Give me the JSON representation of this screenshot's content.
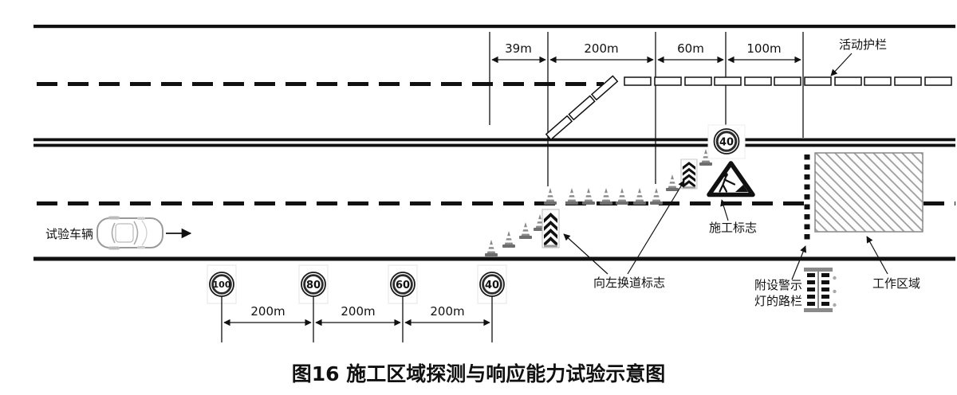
{
  "figure": {
    "caption": "图16 施工区域探测与响应能力试验示意图"
  },
  "labels": {
    "movable_guardrail": "活动护栏",
    "test_vehicle": "试验车辆",
    "lane_change_left_sign": "向左换道标志",
    "construction_sign": "施工标志",
    "barrier_with_lights_line1": "附设警示",
    "barrier_with_lights_line2": "灯的路栏",
    "work_area": "工作区域"
  },
  "top_dimensions": {
    "d1": "39m",
    "d2": "200m",
    "d3": "60m",
    "d4": "100m"
  },
  "bottom_dimensions": {
    "d1": "200m",
    "d2": "200m",
    "d3": "200m"
  },
  "speed_signs": {
    "s100": "100",
    "s80": "80",
    "s60": "60",
    "s40": "40",
    "work_zone_40": "40"
  },
  "colors": {
    "line": "#111111",
    "cone_body": "#8a8a8a",
    "hatch": "#999999"
  }
}
